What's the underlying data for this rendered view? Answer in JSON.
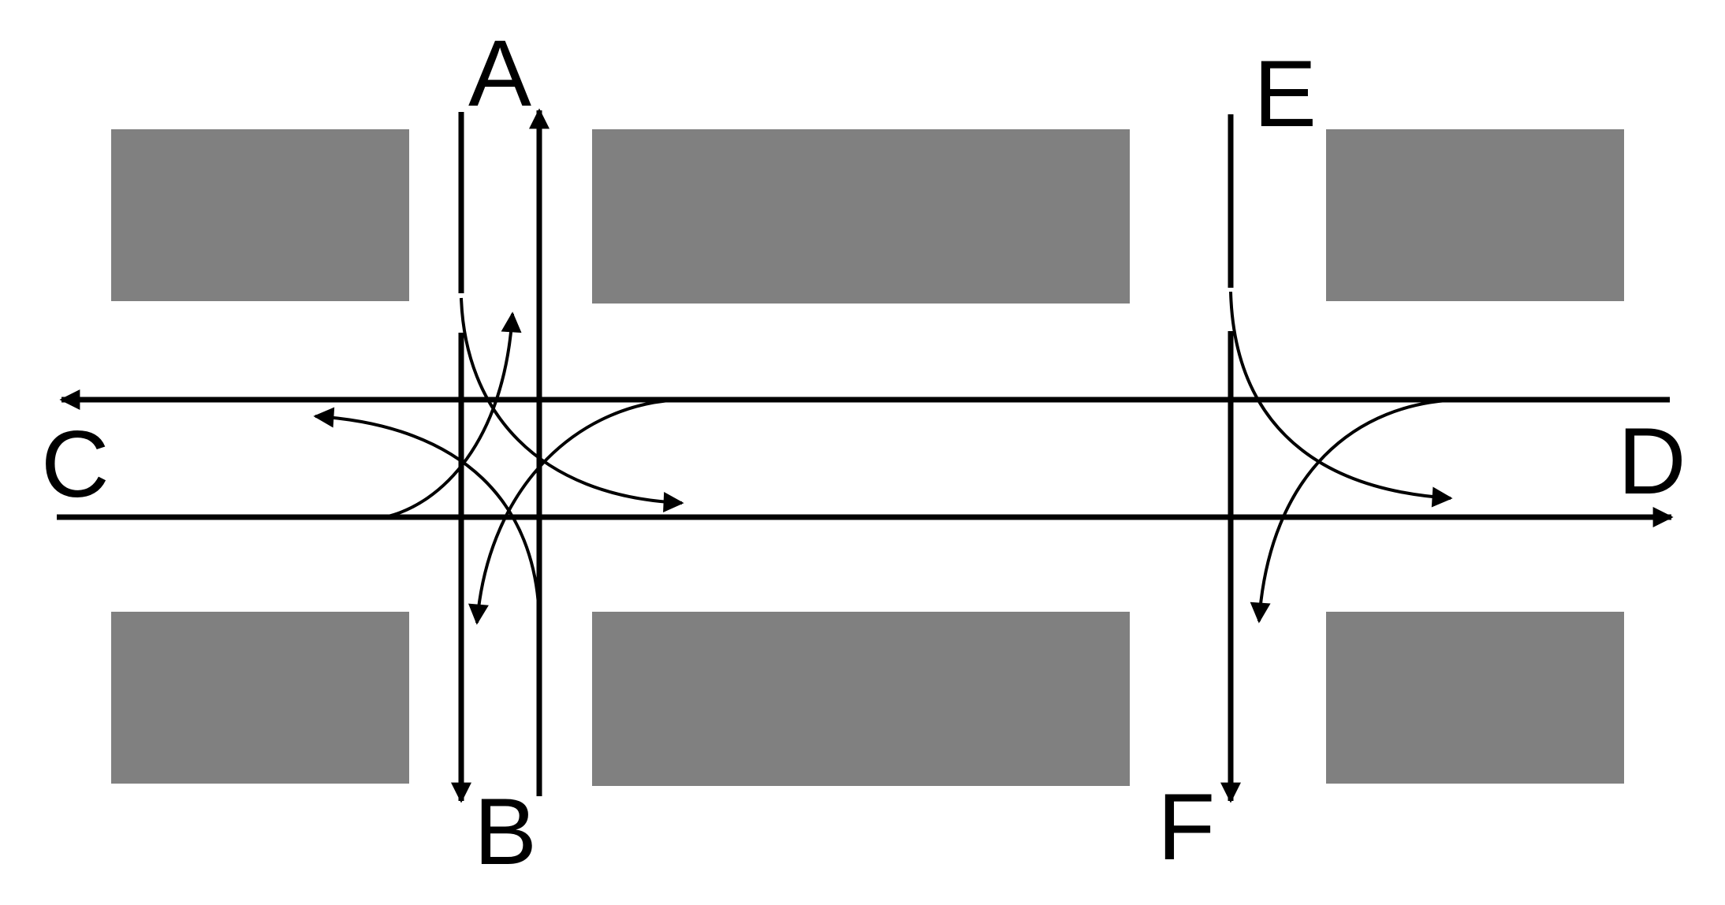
{
  "labels": {
    "a": "A",
    "b": "B",
    "c": "C",
    "d": "D",
    "e": "E",
    "f": "F"
  },
  "colors": {
    "block": "#808080",
    "line": "#000000",
    "background": "#ffffff"
  }
}
